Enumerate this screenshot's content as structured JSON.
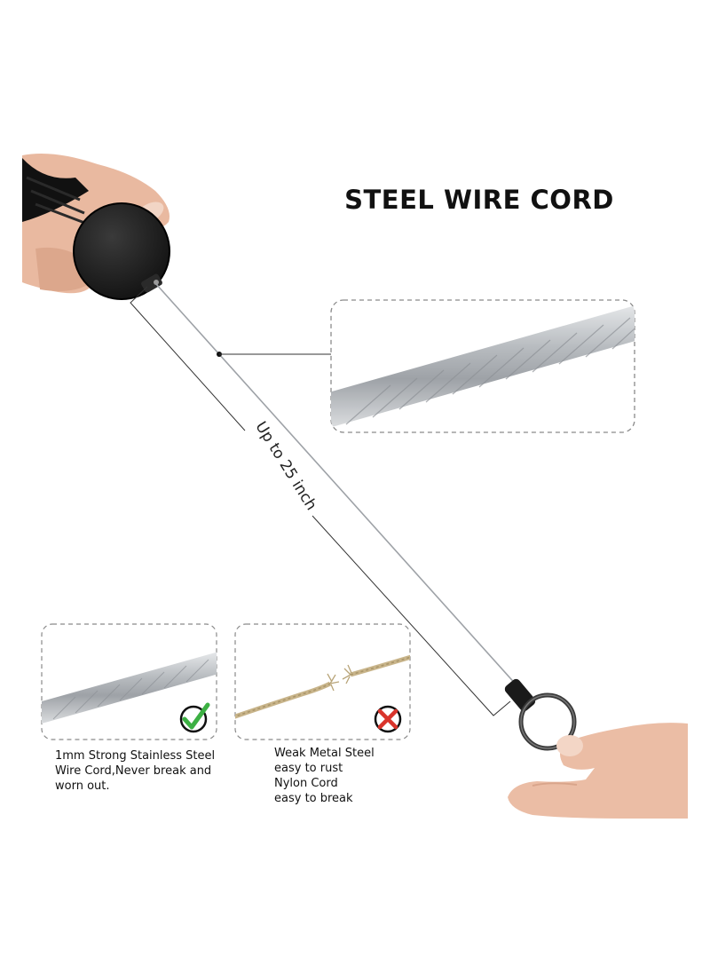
{
  "title": "STEEL WIRE CORD",
  "length_label": "Up to 25 inch",
  "comparison": {
    "good": {
      "mark": "check-icon",
      "lines": [
        "1mm Strong Stainless Steel",
        "Wire Cord,Never break and",
        "worn out."
      ]
    },
    "bad": {
      "mark": "cross-icon",
      "lines": [
        "Weak Metal Steel",
        "easy to rust",
        "Nylon Cord",
        "easy to break"
      ]
    }
  },
  "colors": {
    "check_green": "#3cb043",
    "cross_red": "#d9342b",
    "reel_black": "#1c1c1c",
    "wire_gray": "#b5b8bc",
    "twine_tan": "#c8b48a"
  }
}
